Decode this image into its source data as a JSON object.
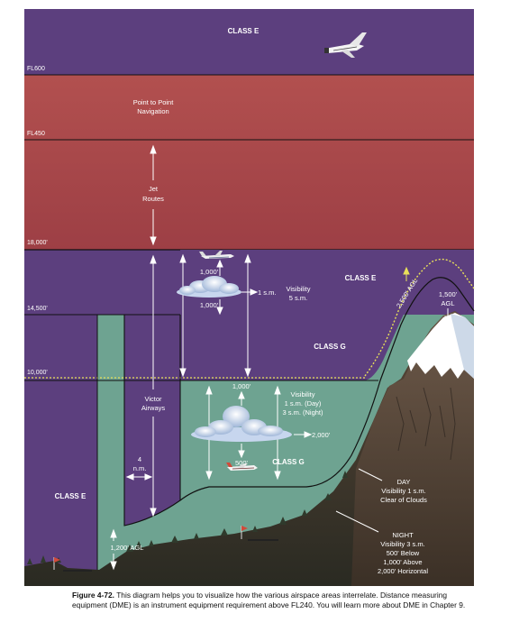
{
  "labels": {
    "class_e_top": "CLASS E",
    "class_e_mid": "CLASS E",
    "class_e_left": "CLASS E",
    "class_g_upper": "CLASS G",
    "class_g_lower": "CLASS G",
    "point_to_point": [
      "Point to Point",
      "Navigation"
    ],
    "jet_routes": [
      "Jet",
      "Routes"
    ],
    "victor_airways": [
      "Victor",
      "Airways"
    ],
    "nm_4": [
      "4",
      "n.m."
    ],
    "agl_1200": "1,200' AGL",
    "agl_2500": "2,500' AGL",
    "agl_1500": [
      "1,500'",
      "AGL"
    ],
    "upper_above": "1,000'",
    "upper_below": "1,000'",
    "upper_side": "1 s.m.",
    "upper_visibility": [
      "Visibility",
      "5 s.m."
    ],
    "lower_above": "1,000'",
    "lower_below": "500'",
    "lower_side": "2,000'",
    "lower_visibility": [
      "Visibility",
      "1 s.m. (Day)",
      "3 s.m. (Night)"
    ],
    "day_block": [
      "DAY",
      "Visibility 1 s.m.",
      "Clear of Clouds"
    ],
    "night_block": [
      "NIGHT",
      "Visibility 3 s.m.",
      "500' Below",
      "1,000' Above",
      "2,000' Horizontal"
    ]
  },
  "altitudes": {
    "fl600": "FL600",
    "fl450": "FL450",
    "ft18000": "18,000'",
    "ft14500": "14,500'",
    "ft10000": "10,000'"
  },
  "caption": {
    "figure": "Figure 4-72.",
    "text": " This diagram helps you to visualize how the various airspace areas interrelate. Distance measuring equipment (DME) is an instrument equipment requirement above FL240. You will learn more about DME in Chapter 9."
  },
  "colors": {
    "class_a": "#a9474a",
    "class_e": "#5c3f7e",
    "class_g": "#6ea391",
    "ground": "#4a3a2e",
    "snow": "#ffffff",
    "boundary": "#111111",
    "dotted": "#e8e05a"
  },
  "icons": [
    "space-shuttle-icon",
    "jet-aircraft-icon",
    "small-aircraft-icon",
    "cloud-icon",
    "airport-flag-icon"
  ]
}
